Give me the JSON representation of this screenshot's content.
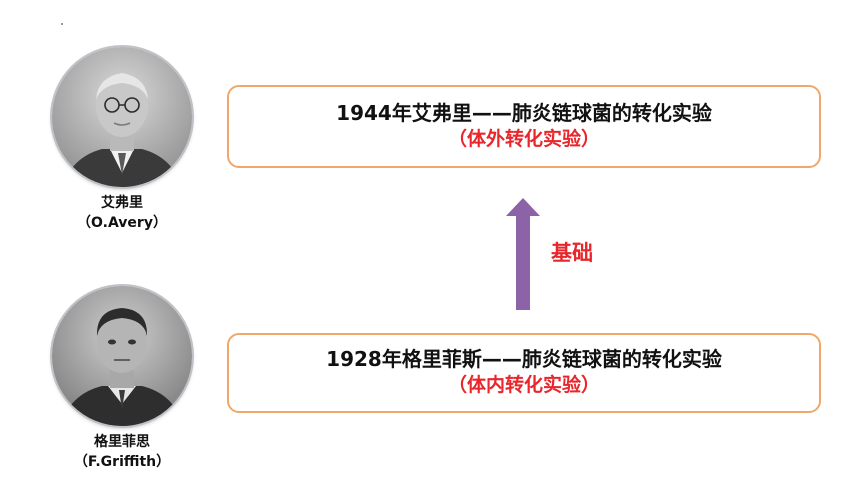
{
  "avery": {
    "name": "艾弗里",
    "latin": "（O.Avery）",
    "card_title": "1944年艾弗里——肺炎链球菌的转化实验",
    "card_sub": "（体外转化实验）"
  },
  "griffith": {
    "name": "格里菲思",
    "latin": "（F.Griffith）",
    "card_title": "1928年格里菲斯——肺炎链球菌的转化实验",
    "card_sub": "（体内转化实验）"
  },
  "relation": {
    "label": "基础"
  },
  "colors": {
    "card_border": "#f0a86a",
    "accent_red": "#e8262b",
    "arrow_purple": "#8b63a6"
  }
}
